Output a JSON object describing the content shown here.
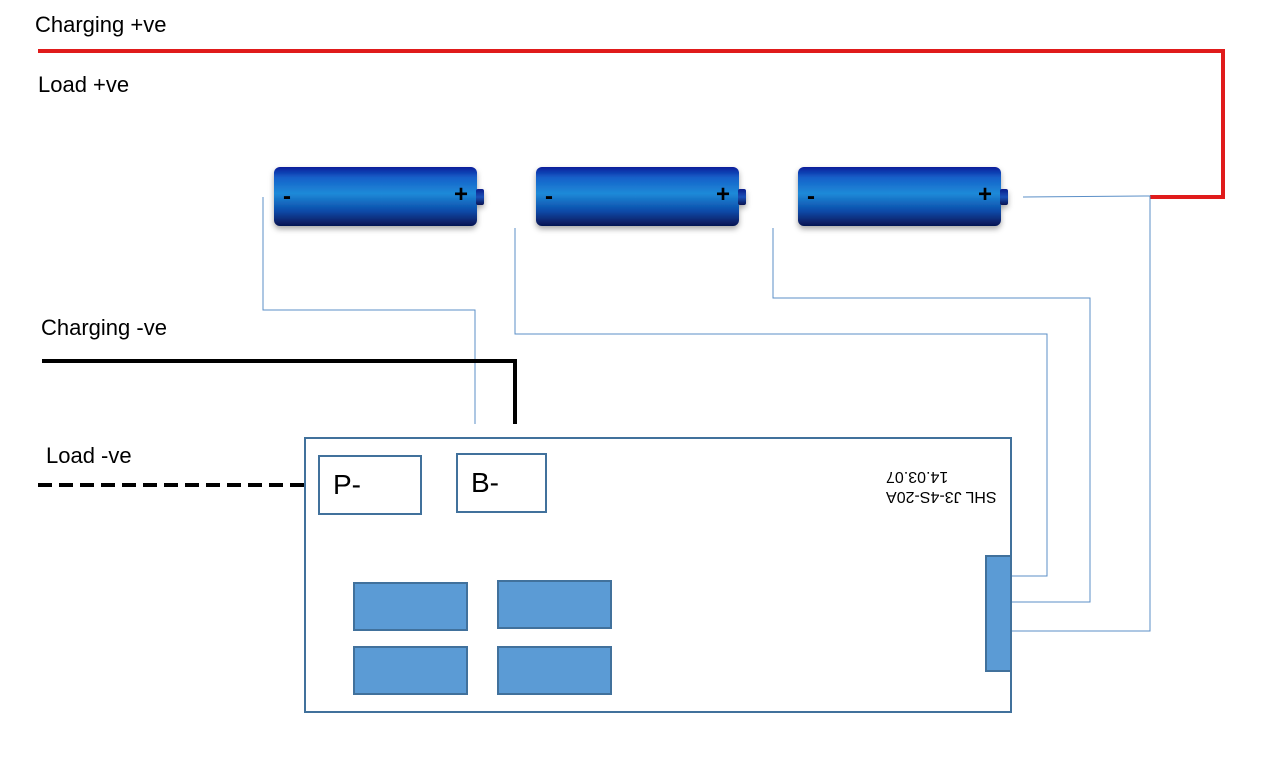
{
  "labels": {
    "charging_pos": "Charging +ve",
    "load_pos": "Load +ve",
    "charging_neg": "Charging -ve",
    "load_neg": "Load -ve"
  },
  "battery_marks": {
    "minus": "-",
    "plus": "+"
  },
  "board": {
    "pad_p": "P-",
    "pad_b": "B-",
    "marking_line1": "SHL J3-4S-20A",
    "marking_line2": "14.03.07"
  },
  "colors": {
    "positive_wire": "#e01b1b",
    "negative_wire": "#000000",
    "sense_wire": "#5b8fc7",
    "board_outline": "#41719c",
    "pad_fill": "#5b9bd5",
    "battery_dark": "#0a1d8a",
    "battery_mid": "#1e7fd4"
  }
}
